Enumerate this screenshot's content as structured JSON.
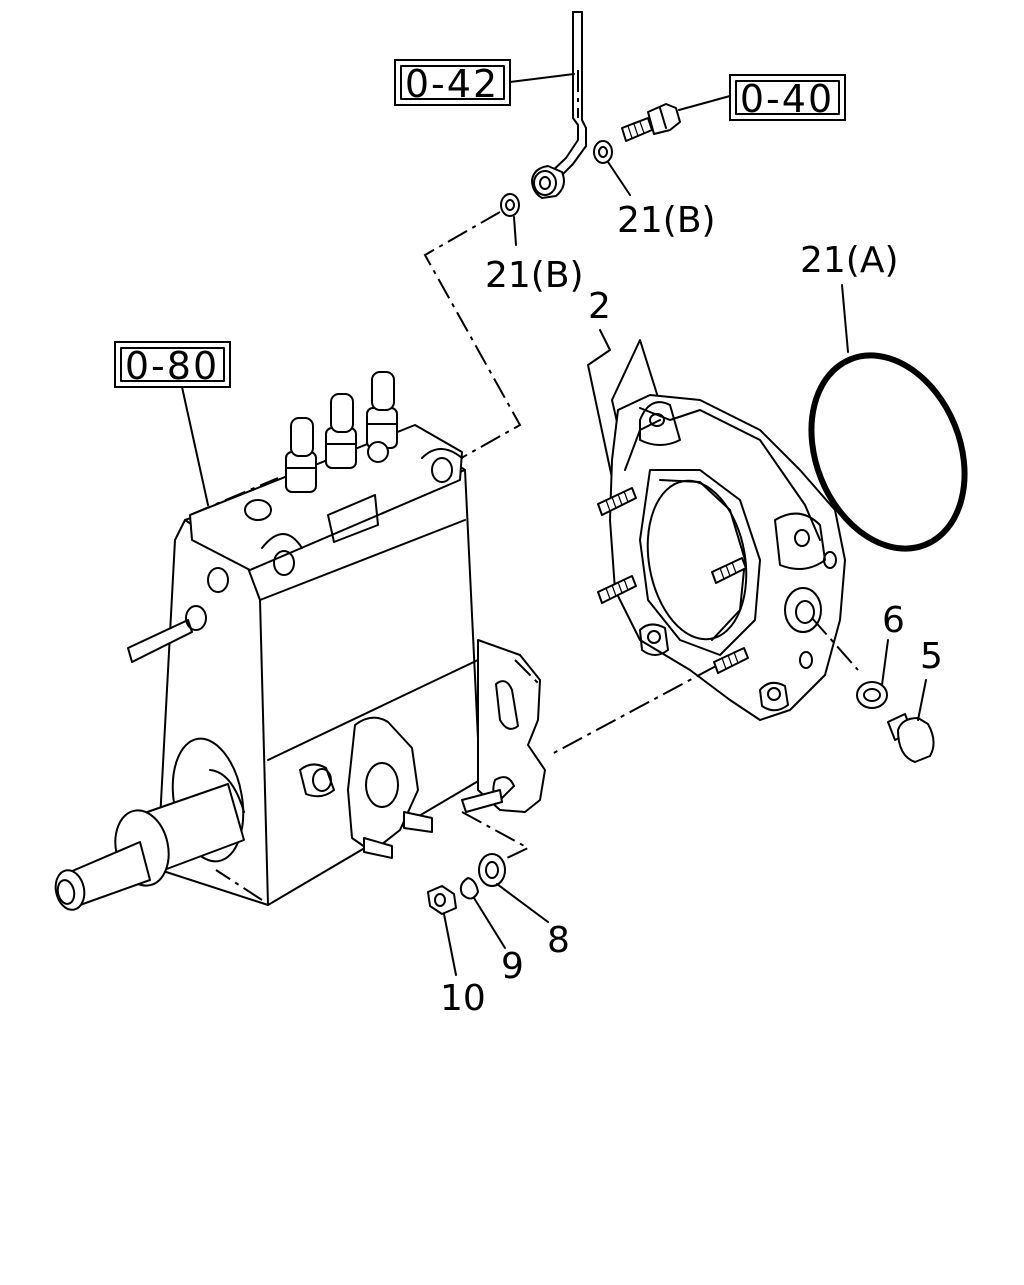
{
  "diagram": {
    "references": {
      "ref_top_pipe": "0-42",
      "ref_bolt": "0-40",
      "ref_pump": "0-80"
    },
    "callouts": {
      "oring_21a": "21(A)",
      "washer_21b_right": "21(B)",
      "washer_21b_left": "21(B)",
      "bracket_2": "2",
      "washer_6": "6",
      "plug_5": "5",
      "washer_8": "8",
      "spring_washer_9": "9",
      "nut_10": "10"
    }
  }
}
